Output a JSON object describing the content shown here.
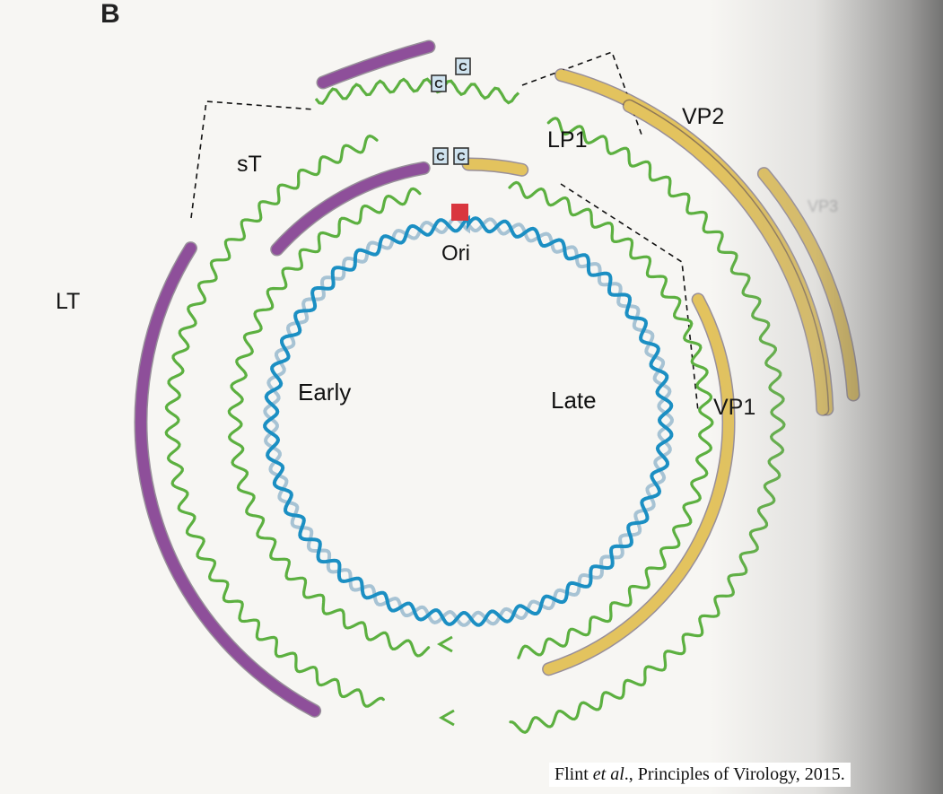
{
  "panel_letter": "B",
  "labels": {
    "sT": "sT",
    "LT": "LT",
    "LP1": "LP1",
    "VP2": "VP2",
    "VP3": "VP3",
    "VP1": "VP1",
    "Ori": "Ori",
    "Early": "Early",
    "Late": "Late",
    "cap": "C"
  },
  "citation": {
    "prefix": "Flint ",
    "italic": "et al",
    "suffix": "., Principles of Virology, 2015."
  },
  "colors": {
    "early_protein": "#8e4f9a",
    "late_protein": "#e3c35e",
    "mrna": "#5cb040",
    "dna_strand_dark": "#1b8fc3",
    "dna_strand_light": "#a7c3d4",
    "ori": "#d9363e",
    "cap_fill": "#cfe3ef"
  }
}
